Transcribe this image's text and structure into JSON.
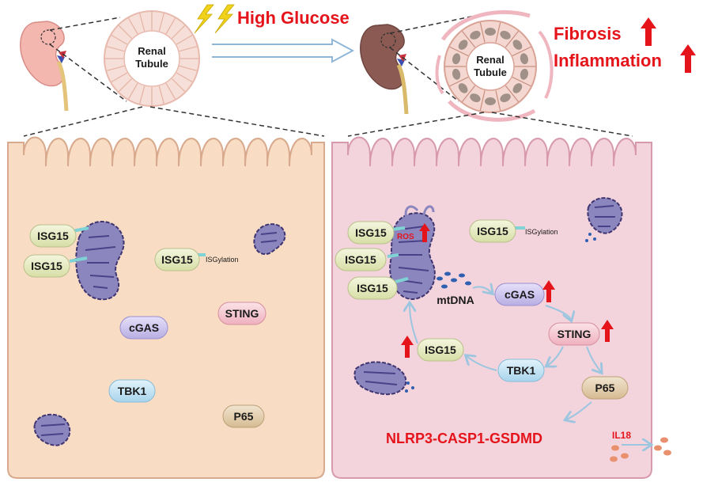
{
  "top": {
    "stimulus": "High Glucose",
    "tubule_label_line1": "Renal",
    "tubule_label_line2": "Tubule",
    "outcome_1": "Fibrosis",
    "outcome_2": "Inflammation"
  },
  "left_cell": {
    "isg15_a": "ISG15",
    "isg15_b": "ISG15",
    "isg15_c": "ISG15",
    "isgylation": "ISGylation",
    "sting": "STING",
    "cgas": "cGAS",
    "tbk1": "TBK1",
    "p65": "P65"
  },
  "right_cell": {
    "isg15_a": "ISG15",
    "isg15_b": "ISG15",
    "isg15_c": "ISG15",
    "isg15_d": "ISG15",
    "isg15_e": "ISG15",
    "ros": "ROS",
    "isgylation": "ISGylation",
    "mtdna": "mtDNA",
    "cgas": "cGAS",
    "sting": "STING",
    "tbk1": "TBK1",
    "p65": "P65",
    "inflammasome": "NLRP3-CASP1-GSDMD",
    "il18": "IL18"
  },
  "colors": {
    "healthy_cell": "#f8dcc4",
    "injured_cell": "#f3d3dc",
    "isg15_pill": "#e6ebc2",
    "cgas_pill": "#cfc6ee",
    "sting_pill": "#f6c9d2",
    "tbk1_pill": "#c6e4f3",
    "p65_pill": "#e6d2b4",
    "mitochondria": "#8c86bf",
    "up_arrow": "#e5141b",
    "pathway_arrow": "#9cc6e0"
  }
}
